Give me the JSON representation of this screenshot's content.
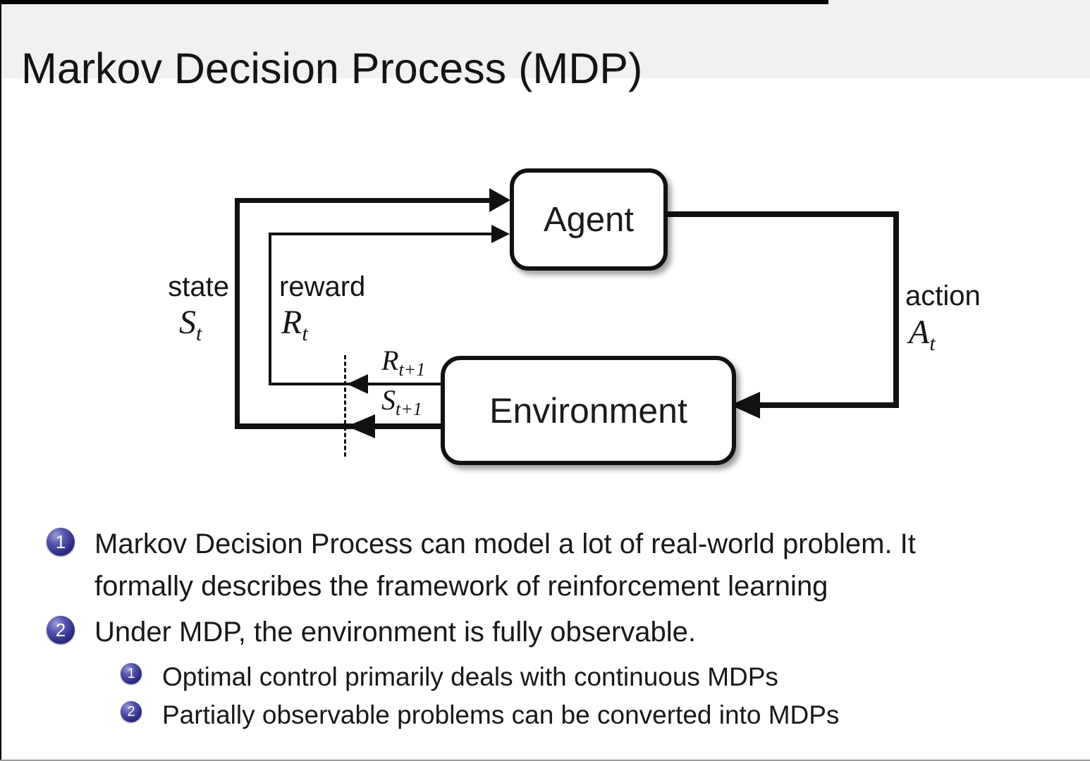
{
  "slide": {
    "title": "Markov Decision Process (MDP)"
  },
  "diagram": {
    "agent": "Agent",
    "environment": "Environment",
    "state": {
      "label": "state",
      "base": "S",
      "sub": "t"
    },
    "reward": {
      "label": "reward",
      "base": "R",
      "sub": "t"
    },
    "action": {
      "label": "action",
      "base": "A",
      "sub": "t"
    },
    "next_reward": {
      "base": "R",
      "sub": "t+1"
    },
    "next_state": {
      "base": "S",
      "sub": "t+1"
    }
  },
  "bullets": [
    {
      "number": "1",
      "lines": [
        "Markov Decision Process can model a lot of real-world problem. It",
        "formally describes the framework of reinforcement learning"
      ]
    },
    {
      "number": "2",
      "lines": [
        "Under MDP, the environment is fully observable."
      ],
      "sub": [
        {
          "number": "1",
          "text": "Optimal control primarily deals with continuous MDPs"
        },
        {
          "number": "2",
          "text": "Partially observable problems can be converted into MDPs"
        }
      ]
    }
  ],
  "colors": {
    "header_bg": "#f1f1f1",
    "title_text": "#141414",
    "diagram_ink": "#111111",
    "bullet_ball": "#2c2c84",
    "ball_number_text": "#ffffff"
  }
}
